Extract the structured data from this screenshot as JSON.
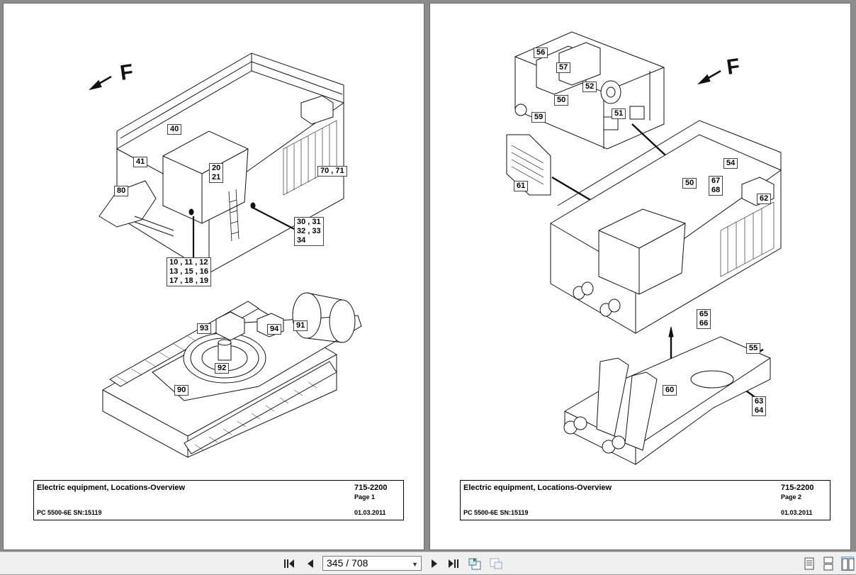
{
  "toolbar": {
    "first_icon": "first-page-icon",
    "prev_icon": "previous-page-icon",
    "page_value": "345 / 708",
    "next_icon": "next-page-icon",
    "last_icon": "last-page-icon",
    "back_icon": "go-back-icon",
    "forward_icon": "go-forward-icon",
    "view_icons": [
      "single-page-view-icon",
      "continuous-view-icon",
      "two-page-view-icon"
    ]
  },
  "pages": [
    {
      "title": "Electric equipment, Locations-Overview",
      "code": "715-2200",
      "page_label": "Page 1",
      "model": "PC 5500-6E SN:15119",
      "date": "01.03.2011",
      "direction_mark": "F",
      "callouts": [
        "40",
        "41",
        "80",
        "20\n21",
        "70 , 71",
        "30 , 31\n32 , 33\n34",
        "10 , 11 , 12\n13 , 15 , 16\n17 , 18 , 19",
        "93",
        "94",
        "91",
        "92",
        "90"
      ]
    },
    {
      "title": "Electric equipment, Locations-Overview",
      "code": "715-2200",
      "page_label": "Page 2",
      "model": "PC 5500-6E SN:15119",
      "date": "01.03.2011",
      "direction_mark": "F",
      "callouts": [
        "56",
        "57",
        "52",
        "50",
        "51",
        "59",
        "50",
        "61",
        "54",
        "67\n68",
        "62",
        "65\n66",
        "55",
        "60",
        "63\n64"
      ]
    }
  ]
}
